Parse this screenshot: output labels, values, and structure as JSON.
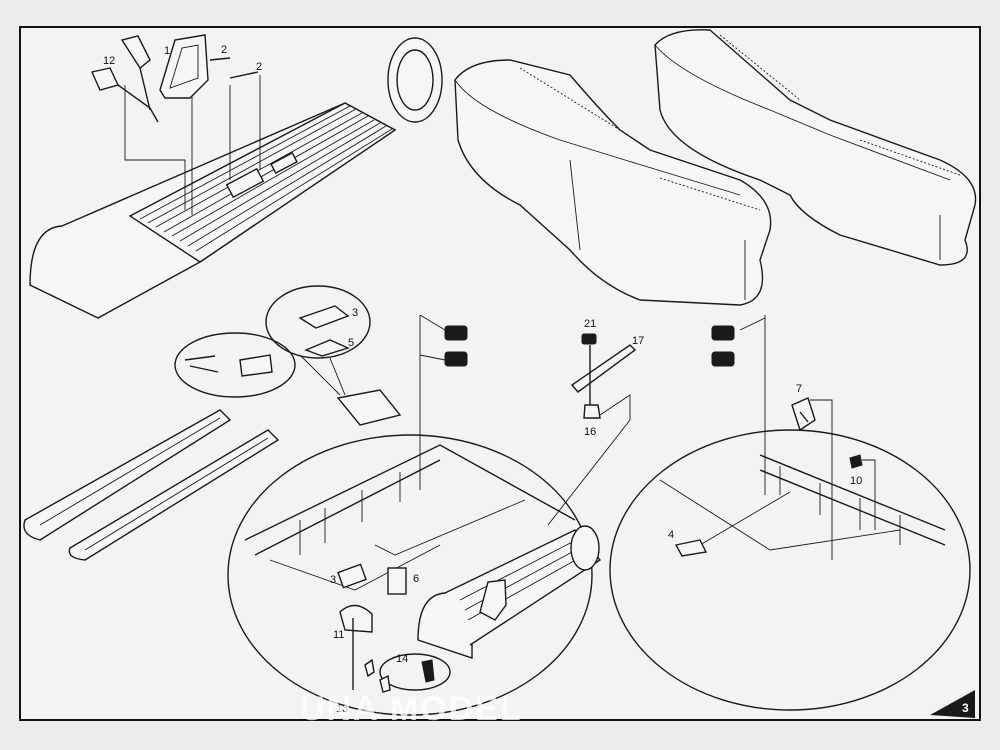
{
  "labels": {
    "p1": "1",
    "p2a": "2",
    "p2b": "2",
    "p3a": "3",
    "p3b": "3",
    "p4": "4",
    "p5": "5",
    "p6": "6",
    "p7": "7",
    "p10": "10",
    "p11": "11",
    "p12": "12",
    "p13": "13",
    "p14": "14",
    "p16": "16",
    "p17": "17",
    "p21": "21"
  },
  "watermark": "UNA MODEL",
  "page_number": "3"
}
